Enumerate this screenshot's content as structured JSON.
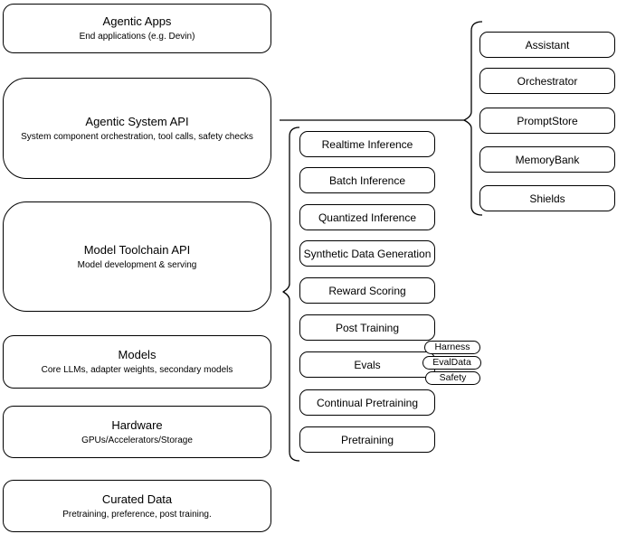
{
  "diagram": {
    "left_column": [
      {
        "title": "Agentic Apps",
        "subtitle": "End applications (e.g. Devin)"
      },
      {
        "title": "Agentic System API",
        "subtitle": "System component orchestration, tool calls, safety checks"
      },
      {
        "title": "Model Toolchain API",
        "subtitle": "Model development & serving"
      },
      {
        "title": "Models",
        "subtitle": "Core LLMs, adapter weights, secondary models"
      },
      {
        "title": "Hardware",
        "subtitle": "GPUs/Accelerators/Storage"
      },
      {
        "title": "Curated Data",
        "subtitle": "Pretraining, preference, post training."
      }
    ],
    "middle_group": {
      "items": [
        "Realtime Inference",
        "Batch Inference",
        "Quantized Inference",
        "Synthetic Data Generation",
        "Reward Scoring",
        "Post Training",
        "Evals",
        "Continual Pretraining",
        "Pretraining"
      ]
    },
    "evals_tags": [
      "Harness",
      "EvalData",
      "Safety"
    ],
    "right_group": {
      "items": [
        "Assistant",
        "Orchestrator",
        "PromptStore",
        "MemoryBank",
        "Shields"
      ]
    },
    "colors": {
      "stroke": "#000000",
      "background": "#ffffff",
      "text": "#000000"
    }
  }
}
